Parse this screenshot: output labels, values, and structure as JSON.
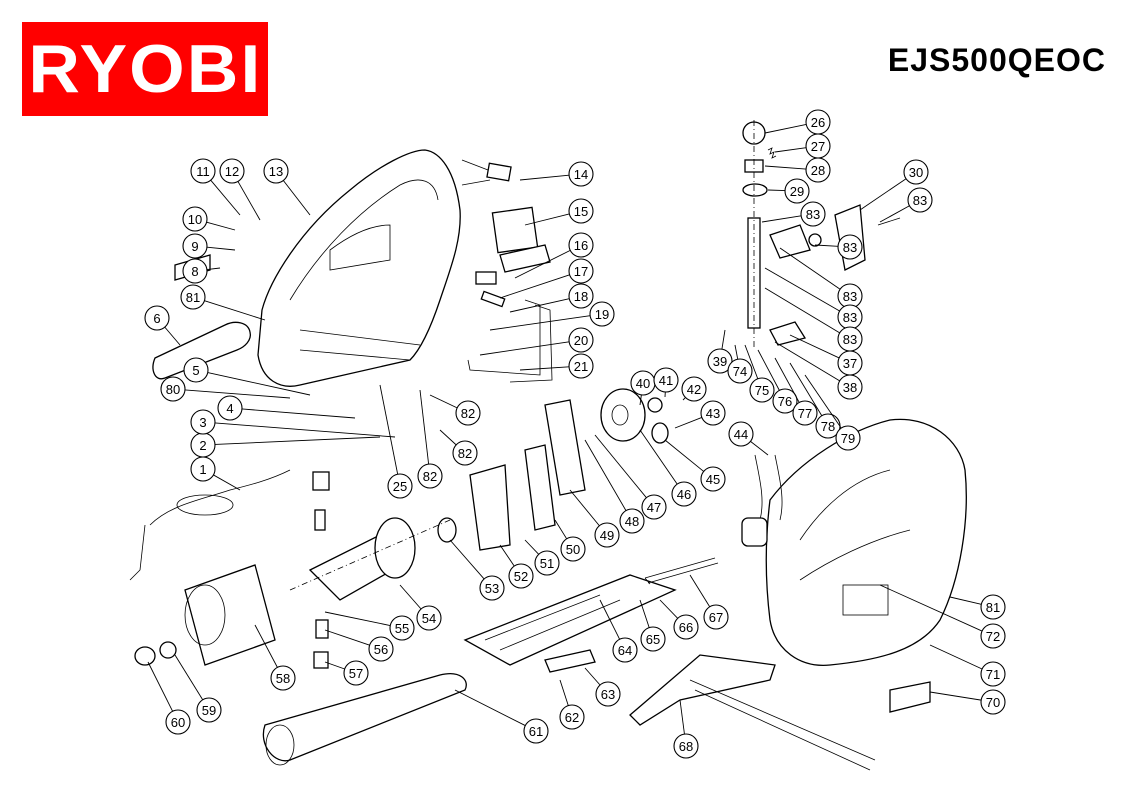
{
  "header": {
    "brand": "RYOBI",
    "model": "EJS500QEOC"
  },
  "colors": {
    "brand_red": "#ff0000",
    "ink": "#000000",
    "paper": "#ffffff"
  },
  "callouts": [
    {
      "n": "1"
    },
    {
      "n": "2"
    },
    {
      "n": "3"
    },
    {
      "n": "4"
    },
    {
      "n": "5"
    },
    {
      "n": "6"
    },
    {
      "n": "8"
    },
    {
      "n": "9"
    },
    {
      "n": "10"
    },
    {
      "n": "11"
    },
    {
      "n": "12"
    },
    {
      "n": "13"
    },
    {
      "n": "14"
    },
    {
      "n": "15"
    },
    {
      "n": "16"
    },
    {
      "n": "17"
    },
    {
      "n": "18"
    },
    {
      "n": "19"
    },
    {
      "n": "20"
    },
    {
      "n": "21"
    },
    {
      "n": "25"
    },
    {
      "n": "26"
    },
    {
      "n": "27"
    },
    {
      "n": "28"
    },
    {
      "n": "29"
    },
    {
      "n": "30"
    },
    {
      "n": "83"
    },
    {
      "n": "83"
    },
    {
      "n": "83"
    },
    {
      "n": "83"
    },
    {
      "n": "83"
    },
    {
      "n": "83"
    },
    {
      "n": "37"
    },
    {
      "n": "38"
    },
    {
      "n": "39"
    },
    {
      "n": "74"
    },
    {
      "n": "75"
    },
    {
      "n": "76"
    },
    {
      "n": "77"
    },
    {
      "n": "78"
    },
    {
      "n": "79"
    },
    {
      "n": "40"
    },
    {
      "n": "41"
    },
    {
      "n": "42"
    },
    {
      "n": "43"
    },
    {
      "n": "44"
    },
    {
      "n": "45"
    },
    {
      "n": "46"
    },
    {
      "n": "47"
    },
    {
      "n": "48"
    },
    {
      "n": "49"
    },
    {
      "n": "50"
    },
    {
      "n": "51"
    },
    {
      "n": "52"
    },
    {
      "n": "53"
    },
    {
      "n": "54"
    },
    {
      "n": "55"
    },
    {
      "n": "56"
    },
    {
      "n": "57"
    },
    {
      "n": "58"
    },
    {
      "n": "59"
    },
    {
      "n": "60"
    },
    {
      "n": "61"
    },
    {
      "n": "62"
    },
    {
      "n": "63"
    },
    {
      "n": "64"
    },
    {
      "n": "65"
    },
    {
      "n": "66"
    },
    {
      "n": "67"
    },
    {
      "n": "68"
    },
    {
      "n": "70"
    },
    {
      "n": "71"
    },
    {
      "n": "72"
    },
    {
      "n": "81"
    },
    {
      "n": "81"
    },
    {
      "n": "80"
    },
    {
      "n": "82"
    },
    {
      "n": "82"
    },
    {
      "n": "82"
    }
  ]
}
